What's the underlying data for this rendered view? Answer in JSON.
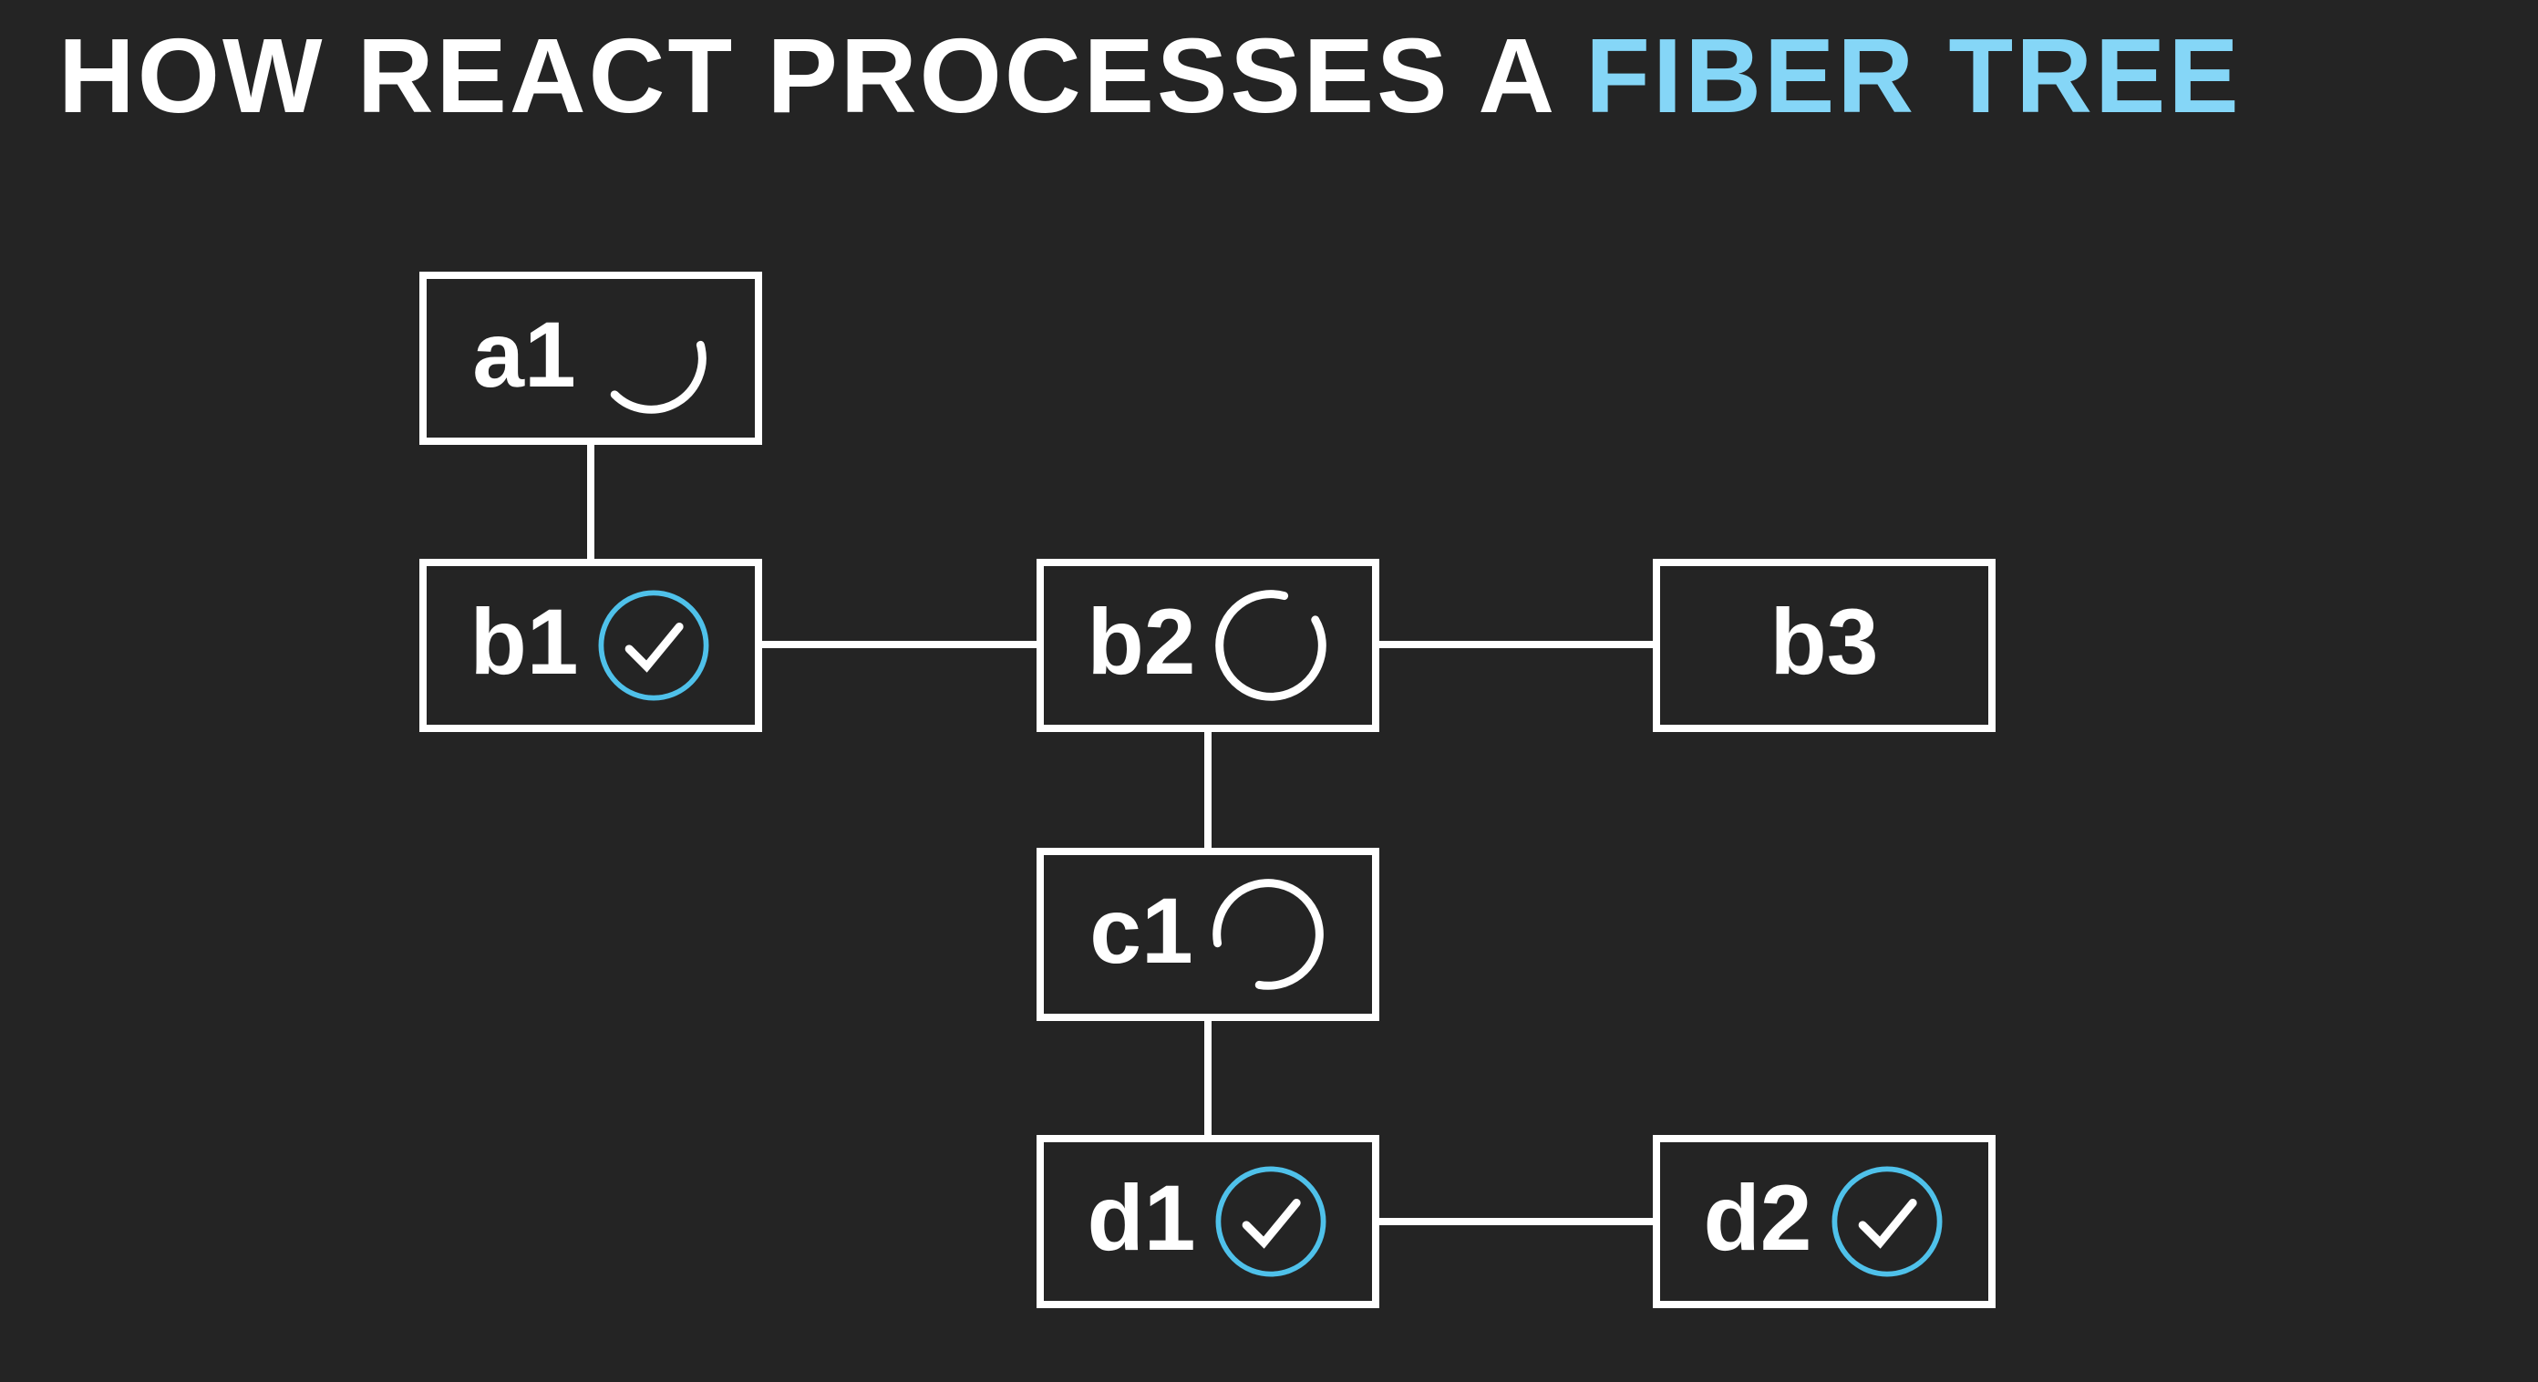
{
  "title": {
    "text": "HOW REACT PROCESSES A FIBER TREE",
    "prefix": "HOW REACT PROCESSES A ",
    "highlight": "FIBER TREE"
  },
  "colors": {
    "background": "#242424",
    "foreground": "#ffffff",
    "title_highlight": "#85d6f7",
    "check_circle_blue": "#4fc1ea"
  },
  "nodes": [
    {
      "label": "a1",
      "icon": "begin-arc-icon"
    },
    {
      "label": "b1",
      "icon": "check-icon"
    },
    {
      "label": "b2",
      "icon": "spinner-icon"
    },
    {
      "label": "b3",
      "icon": "none"
    },
    {
      "label": "c1",
      "icon": "spinner-icon"
    },
    {
      "label": "d1",
      "icon": "check-icon"
    },
    {
      "label": "d2",
      "icon": "check-icon"
    }
  ]
}
